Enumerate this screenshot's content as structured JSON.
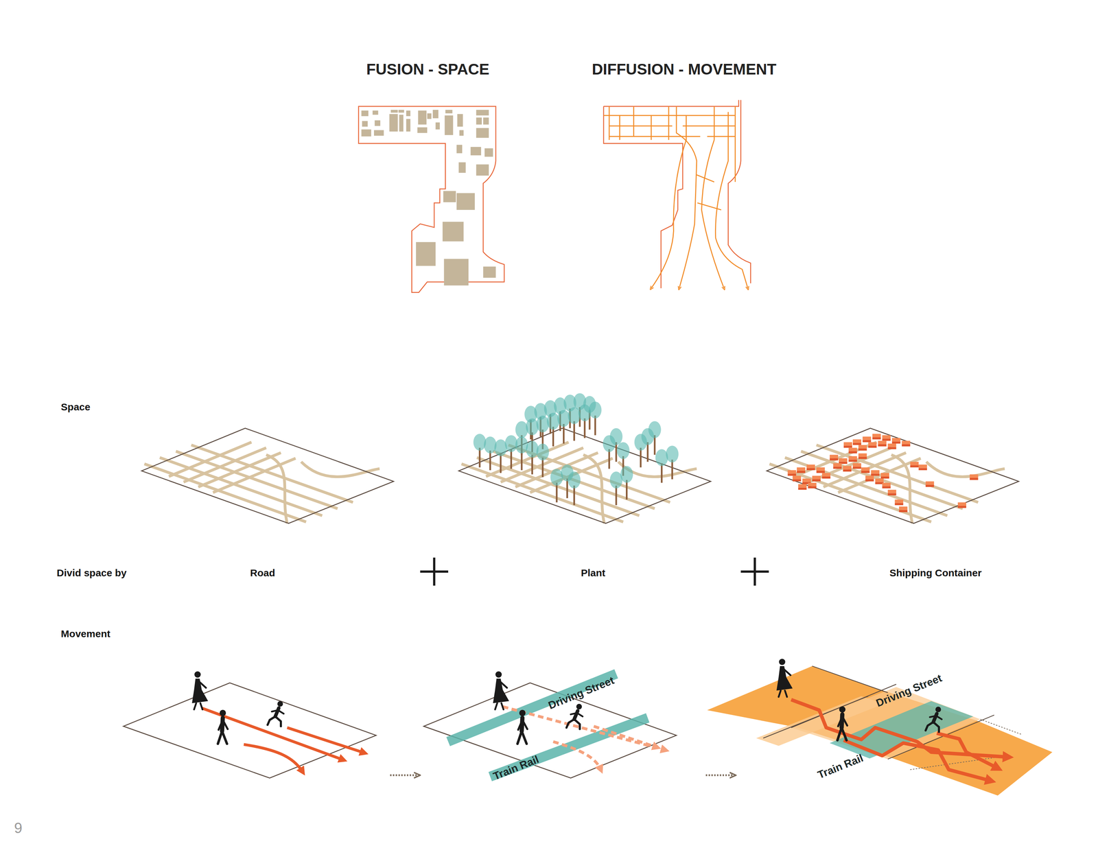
{
  "diagram": {
    "labels": [
      "FUSION - SPACE",
      "DIFFUSION - MOVEMENT",
      "Space",
      "Divid space by",
      "Road",
      "Plant",
      "Shipping Container",
      "Movement",
      "Driving Street",
      "Train Rail",
      "Driving Street",
      "Train Rail",
      "9"
    ]
  }
}
